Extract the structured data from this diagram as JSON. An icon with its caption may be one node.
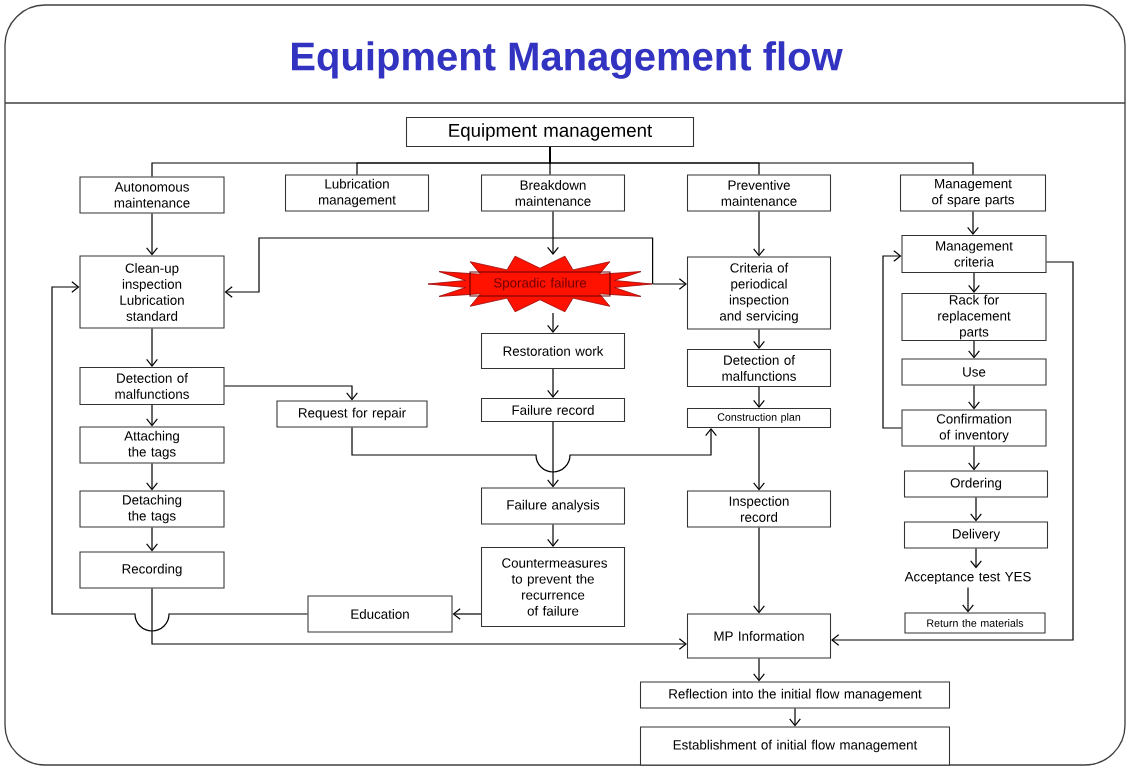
{
  "diagram": {
    "title": "Equipment Management flow",
    "nodes": [
      {
        "text": [
          "Equipment management"
        ]
      },
      {
        "text": [
          "Autonomous maintenance"
        ]
      },
      {
        "text": [
          "Lubrication management"
        ]
      },
      {
        "text": [
          "Breakdown maintenance"
        ]
      },
      {
        "text": [
          "Preventive maintenance"
        ]
      },
      {
        "text": [
          "Management of spare parts"
        ]
      },
      {
        "text": [
          "Clean-up inspection Lubrication standard"
        ]
      },
      {
        "text": [
          "Sporadic failure"
        ]
      },
      {
        "text": [
          "Restoration work"
        ]
      },
      {
        "text": [
          "Criteria of periodical inspection and servicing"
        ]
      },
      {
        "text": [
          "Management criteria"
        ]
      },
      {
        "text": [
          "Rack for replacement parts"
        ]
      },
      {
        "text": [
          "Use"
        ]
      },
      {
        "text": [
          "Confirmation of inventory"
        ]
      },
      {
        "text": [
          "Ordering"
        ]
      },
      {
        "text": [
          "Delivery"
        ]
      },
      {
        "text": [
          "Acceptance test YES"
        ]
      },
      {
        "text": [
          "Return the materials"
        ]
      },
      {
        "text": [
          "Detection of malfunctions"
        ]
      },
      {
        "text": [
          "Request for repair"
        ]
      },
      {
        "text": [
          "Failure record"
        ]
      },
      {
        "text": [
          "Detection of malfunctions"
        ]
      },
      {
        "text": [
          "Construction plan"
        ]
      },
      {
        "text": [
          "Attaching the tags"
        ]
      },
      {
        "text": [
          "Detaching the tags"
        ]
      },
      {
        "text": [
          "Recording"
        ]
      },
      {
        "text": [
          "Failure analysis"
        ]
      },
      {
        "text": [
          "Inspection record"
        ]
      },
      {
        "text": [
          "Countermeasures to prevent the recurrence of failure"
        ]
      },
      {
        "text": [
          "Education"
        ]
      },
      {
        "text": [
          "MP Information"
        ]
      },
      {
        "text": [
          "Reflection into the initial flow management"
        ]
      },
      {
        "text": [
          "Establishment of initial flow management"
        ]
      }
    ],
    "edges": [
      {
        "from": 0,
        "to": 1,
        "arrow": "none"
      },
      {
        "from": 0,
        "to": 2,
        "arrow": "none"
      },
      {
        "from": 0,
        "to": 3,
        "arrow": "none"
      },
      {
        "from": 0,
        "to": 4,
        "arrow": "none"
      },
      {
        "from": 0,
        "to": 5,
        "arrow": "none"
      },
      {
        "from": 1,
        "to": 6,
        "arrow": "to"
      },
      {
        "from": 3,
        "to": 7,
        "arrow": "to"
      },
      {
        "from": 4,
        "to": 9,
        "arrow": "to"
      },
      {
        "from": 5,
        "to": 10,
        "arrow": "to"
      },
      {
        "from": 7,
        "to": 6,
        "arrow": "to"
      },
      {
        "from": 7,
        "to": 9,
        "arrow": "to"
      },
      {
        "from": 6,
        "to": 18,
        "arrow": "to"
      },
      {
        "from": 18,
        "to": 23,
        "arrow": "to"
      },
      {
        "from": 23,
        "to": 24,
        "arrow": "to"
      },
      {
        "from": 24,
        "to": 25,
        "arrow": "to"
      },
      {
        "from": 18,
        "to": 19,
        "arrow": "to"
      },
      {
        "from": 19,
        "to": 22,
        "arrow": "to"
      },
      {
        "from": 7,
        "to": 8,
        "arrow": "to"
      },
      {
        "from": 8,
        "to": 20,
        "arrow": "to"
      },
      {
        "from": 20,
        "to": 26,
        "arrow": "to"
      },
      {
        "from": 26,
        "to": 28,
        "arrow": "to"
      },
      {
        "from": 28,
        "to": 29,
        "arrow": "to"
      },
      {
        "from": 29,
        "to": 6,
        "arrow": "to"
      },
      {
        "from": 25,
        "to": 30,
        "arrow": "to"
      },
      {
        "from": 9,
        "to": 21,
        "arrow": "to"
      },
      {
        "from": 21,
        "to": 22,
        "arrow": "to"
      },
      {
        "from": 22,
        "to": 27,
        "arrow": "to"
      },
      {
        "from": 27,
        "to": 30,
        "arrow": "to"
      },
      {
        "from": 10,
        "to": 11,
        "arrow": "to"
      },
      {
        "from": 11,
        "to": 12,
        "arrow": "to"
      },
      {
        "from": 12,
        "to": 13,
        "arrow": "to"
      },
      {
        "from": 13,
        "to": 14,
        "arrow": "to"
      },
      {
        "from": 14,
        "to": 15,
        "arrow": "to"
      },
      {
        "from": 15,
        "to": 16,
        "arrow": "to"
      },
      {
        "from": 16,
        "to": 17,
        "arrow": "to"
      },
      {
        "from": 13,
        "to": 10,
        "arrow": "to"
      },
      {
        "from": 10,
        "to": 30,
        "arrow": "to"
      },
      {
        "from": 30,
        "to": 31,
        "arrow": "to"
      },
      {
        "from": 31,
        "to": 32,
        "arrow": "to"
      }
    ]
  }
}
